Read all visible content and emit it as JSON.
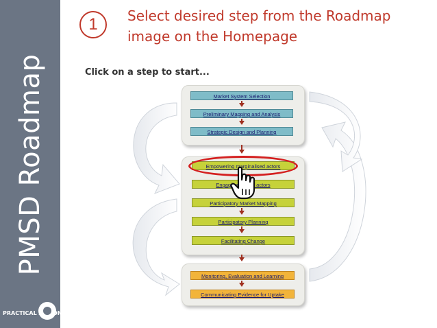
{
  "sidebar": {
    "vertical_title": "PMSD Roadmap",
    "logo_text": "PRACTICAL ACTION"
  },
  "header": {
    "step_number": "1",
    "instruction": "Select desired step from the Roadmap image on the Homepage"
  },
  "roadmap": {
    "prompt": "Click on a step to start...",
    "group1": [
      "Market System Selection",
      "Preliminary Mapping and Analysis",
      "Strategic Design and Planning"
    ],
    "group2": [
      "Empowering marginalised actors",
      "Engaging market actors",
      "Participatory Market Mapping",
      "Participatory Planning",
      "Facilitating Change"
    ],
    "group3": [
      "Monitoring, Evaluation and Learning",
      "Communicating Evidence for Uptake"
    ]
  },
  "colors": {
    "accent_red": "#c0392b",
    "band_grey": "#6b7584",
    "teal": "#7fbcc8",
    "lime": "#c6d23a",
    "orange": "#f2b43a"
  }
}
